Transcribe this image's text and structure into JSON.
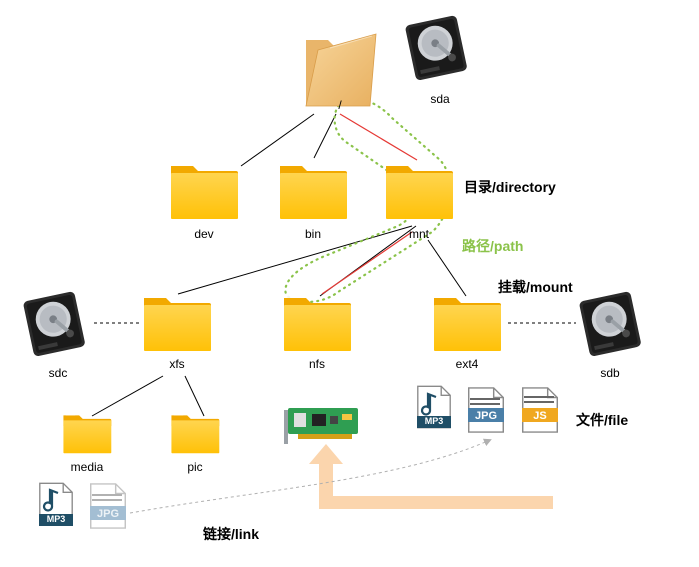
{
  "labels": {
    "root": "/",
    "sda": "sda",
    "dev": "dev",
    "bin": "bin",
    "mnt": "mnt",
    "xfs": "xfs",
    "nfs": "nfs",
    "ext4": "ext4",
    "sdc": "sdc",
    "sdb": "sdb",
    "media": "media",
    "pic": "pic"
  },
  "annotations": {
    "directory": "目录/directory",
    "path": "路径/path",
    "mount": "挂载/mount",
    "file": "文件/file",
    "link": "链接/link"
  },
  "file_badges": {
    "mp3": "MP3",
    "jpg": "JPG",
    "js": "JS"
  },
  "colors": {
    "folder": "#ffc400",
    "folder_dark": "#f2a900",
    "root_folder": "#f2c27a",
    "tree_line": "#000000",
    "mount_line": "#e53935",
    "path_dots": "#8bc34a",
    "arrow": "#fbd5ad",
    "link_dash": "#b0b0b0",
    "mp3_icon": "#1f4e66",
    "jpg_icon": "#4a7fa8",
    "js_icon": "#f0a820"
  },
  "icons": {
    "root": "folder-open-icon",
    "directory": "folder-icon",
    "disk": "hard-disk-icon",
    "network_card": "network-card-icon",
    "music_file": "music-file-icon",
    "image_file": "image-file-icon",
    "script_file": "script-file-icon"
  }
}
